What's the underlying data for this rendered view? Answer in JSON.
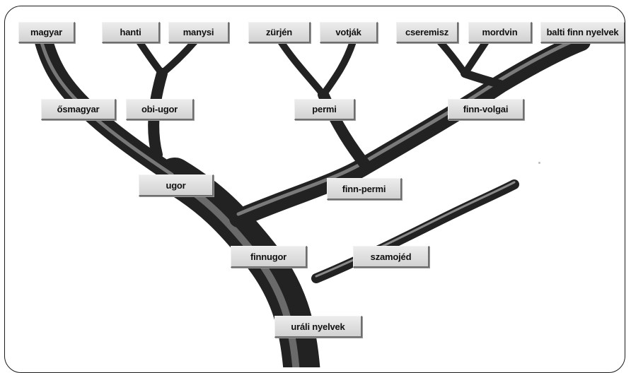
{
  "diagram": {
    "nodes": {
      "magyar": "magyar",
      "hanti": "hanti",
      "manysi": "manysi",
      "zurjen": "zürjén",
      "votjak": "votják",
      "cseremisz": "cseremisz",
      "mordvin": "mordvin",
      "balti_finn": "balti finn nyelvek",
      "osmagyar": "ősmagyar",
      "obi_ugor": "obi-ugor",
      "permi": "permi",
      "finn_volgai": "finn-volgai",
      "ugor": "ugor",
      "finn_permi": "finn-permi",
      "finnugor": "finnugor",
      "szamojed": "szamojéd",
      "urali": "uráli nyelvek"
    },
    "colors": {
      "branch": "#2a2a2a",
      "branch_highlight": "#8c8c8c",
      "label_bg": "#dcdcdc",
      "frame": "#1a1a1a"
    }
  }
}
